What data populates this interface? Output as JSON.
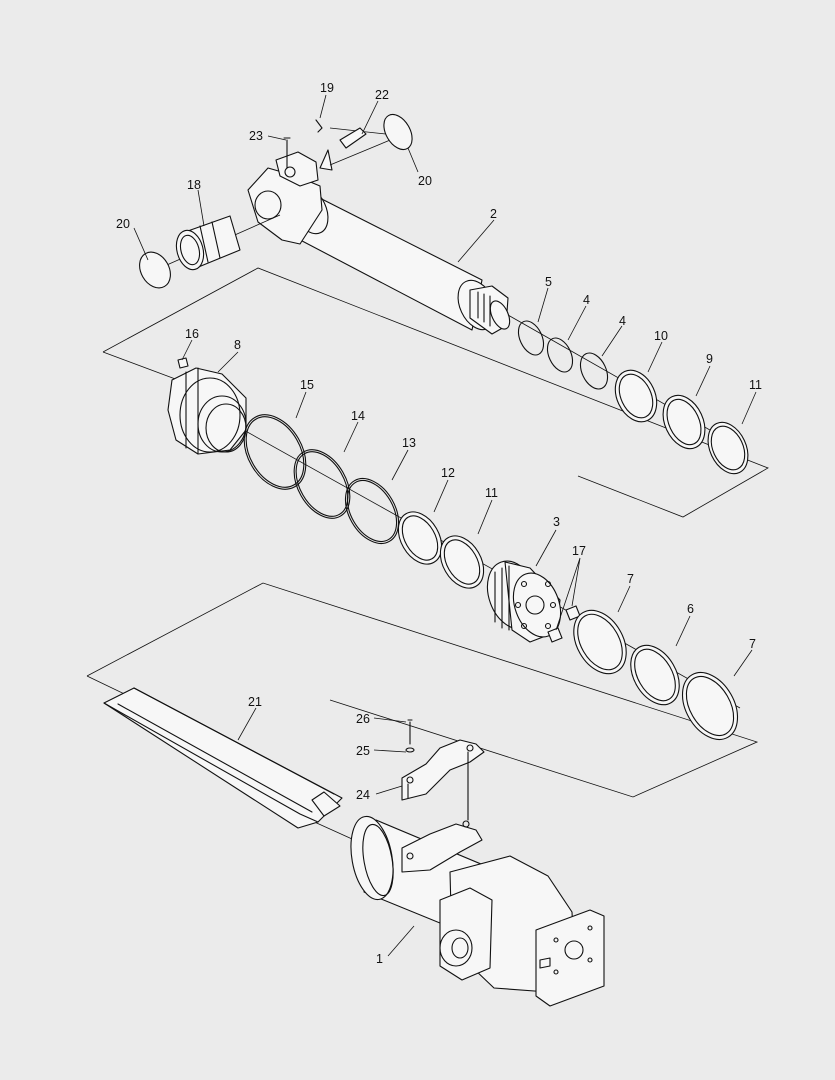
{
  "drawing": {
    "background": "#ebebeb",
    "line_color": "#111111",
    "callouts": [
      {
        "id": "c1",
        "text": "1"
      },
      {
        "id": "c2",
        "text": "2"
      },
      {
        "id": "c3",
        "text": "3"
      },
      {
        "id": "c4a",
        "text": "4"
      },
      {
        "id": "c4b",
        "text": "4"
      },
      {
        "id": "c5",
        "text": "5"
      },
      {
        "id": "c6",
        "text": "6"
      },
      {
        "id": "c7a",
        "text": "7"
      },
      {
        "id": "c7b",
        "text": "7"
      },
      {
        "id": "c8",
        "text": "8"
      },
      {
        "id": "c9",
        "text": "9"
      },
      {
        "id": "c10",
        "text": "10"
      },
      {
        "id": "c11a",
        "text": "11"
      },
      {
        "id": "c11b",
        "text": "11"
      },
      {
        "id": "c12",
        "text": "12"
      },
      {
        "id": "c13",
        "text": "13"
      },
      {
        "id": "c14",
        "text": "14"
      },
      {
        "id": "c15",
        "text": "15"
      },
      {
        "id": "c16",
        "text": "16"
      },
      {
        "id": "c17",
        "text": "17"
      },
      {
        "id": "c18",
        "text": "18"
      },
      {
        "id": "c19",
        "text": "19"
      },
      {
        "id": "c20a",
        "text": "20"
      },
      {
        "id": "c20b",
        "text": "20"
      },
      {
        "id": "c21",
        "text": "21"
      },
      {
        "id": "c22",
        "text": "22"
      },
      {
        "id": "c23",
        "text": "23"
      },
      {
        "id": "c24",
        "text": "24"
      },
      {
        "id": "c25",
        "text": "25"
      },
      {
        "id": "c26",
        "text": "26"
      }
    ]
  }
}
